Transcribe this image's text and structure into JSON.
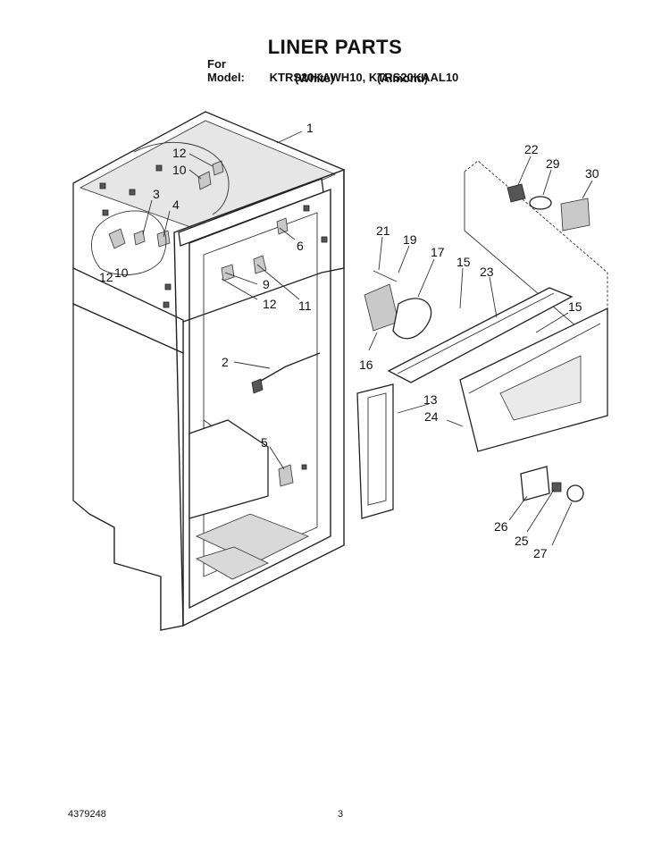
{
  "header": {
    "title": "LINER PARTS",
    "model_label": "For Model:",
    "models": "KTRS20KAWH10, KTRS20KAAL10",
    "variant_white": "(White)",
    "variant_almond": "(Almond)"
  },
  "callouts": [
    "1",
    "12",
    "10",
    "3",
    "4",
    "12",
    "10",
    "6",
    "9",
    "12",
    "11",
    "2",
    "5",
    "21",
    "19",
    "17",
    "15",
    "23",
    "15",
    "16",
    "13",
    "24",
    "22",
    "29",
    "30",
    "26",
    "25",
    "27"
  ],
  "footer": {
    "part_number": "4379248",
    "page_number": "3"
  }
}
